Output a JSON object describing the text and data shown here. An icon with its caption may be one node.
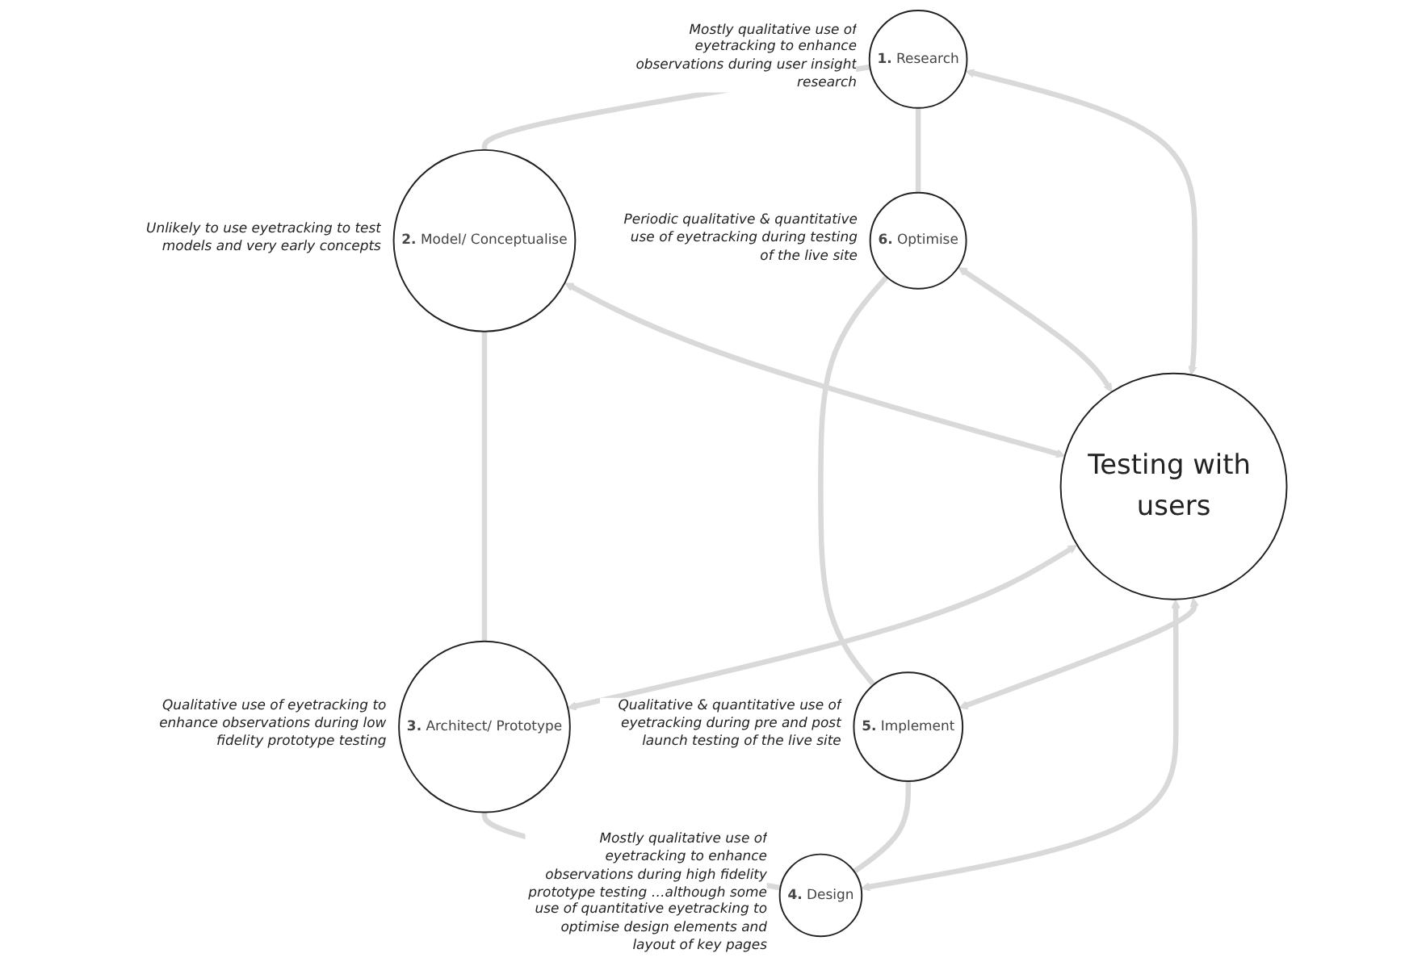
{
  "diagram": {
    "nodes": [
      {
        "text": [
          "**1.** Research"
        ],
        "beside": [
          "Mostly qualitative use of eyetracking to enhance observations during user insight research"
        ]
      },
      {
        "text": [
          "**2.** Model/ Conceptualise"
        ],
        "beside": [
          "Unlikely to use eyetracking to test models and very early concepts"
        ]
      },
      {
        "text": [
          "**3.** Architect/ Prototype"
        ],
        "beside": [
          "Qualitative use of eyetracking to enhance observations during low fidelity prototype testing"
        ]
      },
      {
        "text": [
          "**4.** Design"
        ],
        "beside": [
          "Mostly qualitative use of eyetracking to enhance observations during high fidelity prototype testing …although some use of quantitative eyetracking to optimise design elements and layout of key pages"
        ]
      },
      {
        "text": [
          "**5.** Implement"
        ],
        "beside": [
          "Qualitative & quantitative use of eyetracking during pre and post launch testing of the live site"
        ]
      },
      {
        "text": [
          "**6.** Optimise"
        ],
        "beside": [
          "Periodic qualitative & quantitative use of eyetracking during testing of the live site"
        ]
      },
      {
        "text": [
          "Testing with users"
        ]
      }
    ],
    "edges": [
      {
        "from": 0,
        "to": 1,
        "arrow": "none"
      },
      {
        "from": 1,
        "to": 2,
        "arrow": "none"
      },
      {
        "from": 2,
        "to": 3,
        "arrow": "none"
      },
      {
        "from": 3,
        "to": 4,
        "arrow": "none"
      },
      {
        "from": 4,
        "to": 5,
        "arrow": "none"
      },
      {
        "from": 5,
        "to": 0,
        "arrow": "none"
      },
      {
        "from": 6,
        "to": 0,
        "arrow": "both"
      },
      {
        "from": 6,
        "to": 1,
        "arrow": "both"
      },
      {
        "from": 6,
        "to": 2,
        "arrow": "both"
      },
      {
        "from": 6,
        "to": 3,
        "arrow": "both"
      },
      {
        "from": 6,
        "to": 4,
        "arrow": "both"
      },
      {
        "from": 6,
        "to": 5,
        "arrow": "both"
      }
    ]
  }
}
